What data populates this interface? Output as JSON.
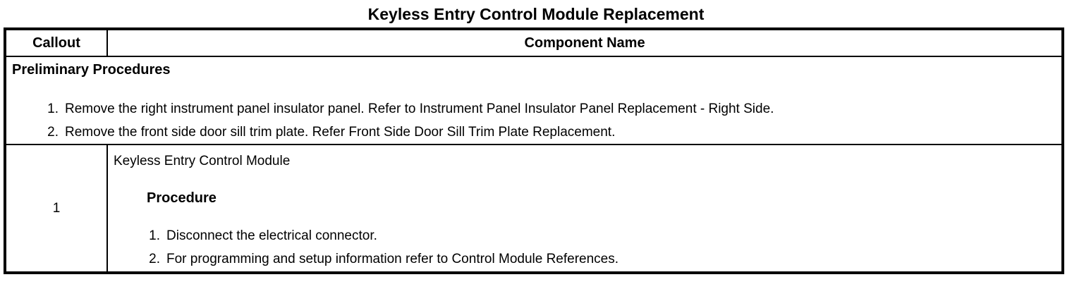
{
  "title": "Keyless Entry Control Module Replacement",
  "colors": {
    "text": "#000000",
    "border": "#000000",
    "background": "#ffffff"
  },
  "table": {
    "headers": {
      "callout": "Callout",
      "component_name": "Component Name"
    },
    "preliminary": {
      "heading": "Preliminary Procedures",
      "steps": [
        {
          "num": "1.",
          "text": "Remove the right instrument panel insulator panel. Refer to Instrument Panel Insulator Panel Replacement - Right Side."
        },
        {
          "num": "2.",
          "text": "Remove the front side door sill trim plate. Refer Front Side Door Sill Trim Plate Replacement."
        }
      ]
    },
    "rows": [
      {
        "callout": "1",
        "component": "Keyless Entry Control Module",
        "procedure_heading": "Procedure",
        "steps": [
          {
            "num": "1.",
            "text": "Disconnect the electrical connector."
          },
          {
            "num": "2.",
            "text": "For programming and setup information refer to Control Module References."
          }
        ]
      }
    ]
  }
}
